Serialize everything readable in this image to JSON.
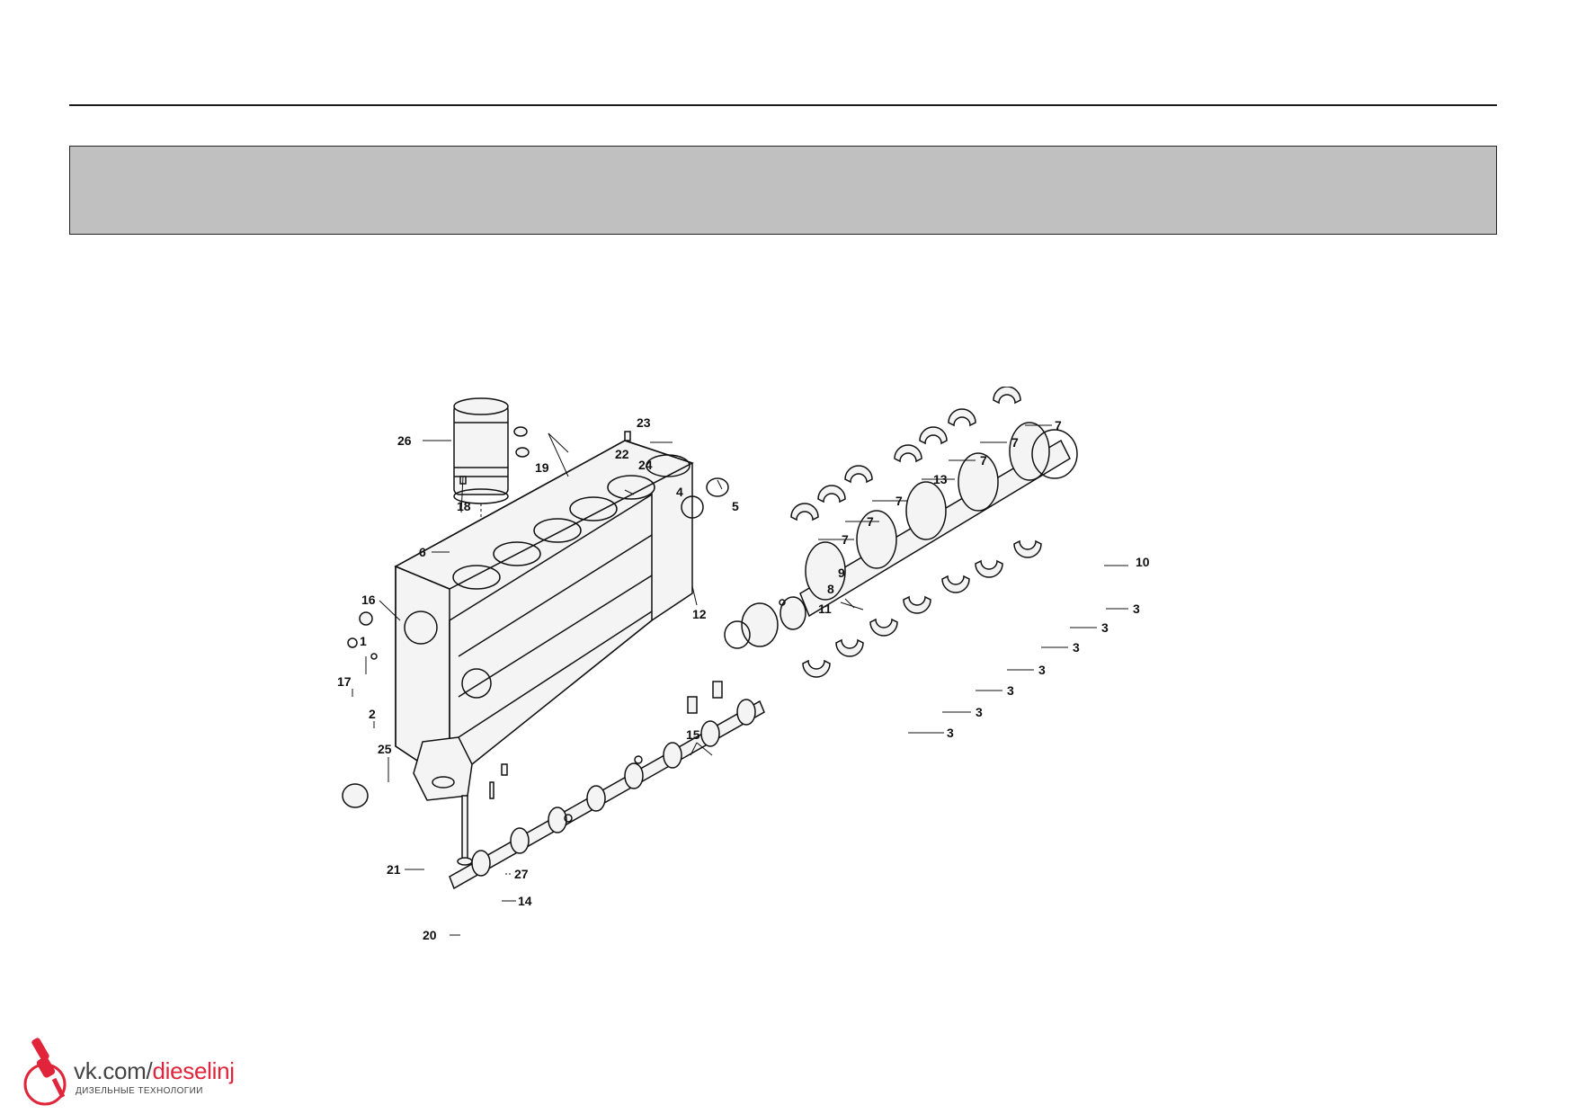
{
  "page": {
    "title_band_color": "#c0c0c0"
  },
  "callouts": {
    "n1": "1",
    "n2": "2",
    "n3a": "3",
    "n3b": "3",
    "n3c": "3",
    "n3d": "3",
    "n3e": "3",
    "n3f": "3",
    "n3g": "3",
    "n4": "4",
    "n5": "5",
    "n6": "6",
    "n7a": "7",
    "n7b": "7",
    "n7c": "7",
    "n7d": "7",
    "n7e": "7",
    "n7f": "7",
    "n8": "8",
    "n9": "9",
    "n10": "10",
    "n11": "11",
    "n12": "12",
    "n13": "13",
    "n14": "14",
    "n15": "15",
    "n16": "16",
    "n17": "17",
    "n18": "18",
    "n19": "19",
    "n20": "20",
    "n21": "21",
    "n22": "22",
    "n23": "23",
    "n24": "24",
    "n25": "25",
    "n26": "26",
    "n27": "27"
  },
  "watermark": {
    "prefix": "vk.com/",
    "handle": "dieselinj",
    "subtitle": "ДИЗЕЛЬНЫЕ ТЕХНОЛОГИИ",
    "accent_color": "#e0243a"
  }
}
